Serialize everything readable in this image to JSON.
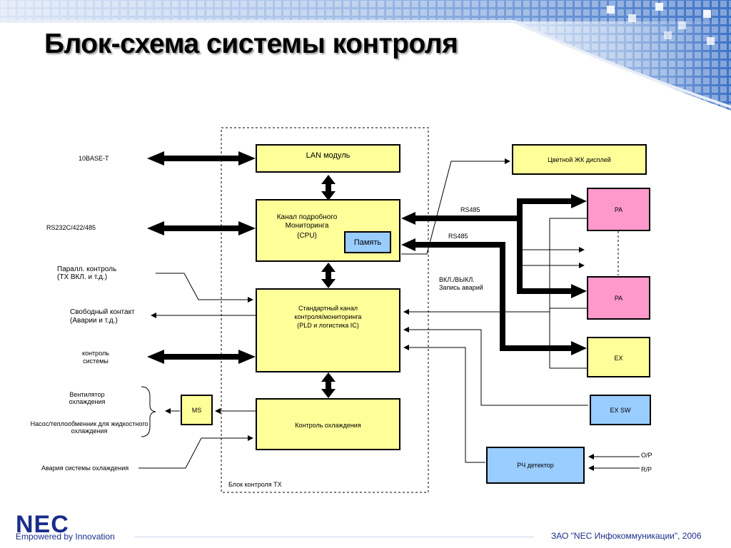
{
  "slide": {
    "title": "Блок-схема системы контроля",
    "footer": "ЗАО \"NEC Инфокоммуникации\", 2006",
    "logo_text": "NEC",
    "logo_tagline": "Empowered by Innovation"
  },
  "diagram": {
    "container_label": "Блок контроля TX",
    "blocks": {
      "lan": "LAN модуль",
      "cpu_line1": "Канал подробного",
      "cpu_line2": "Мониторинга",
      "cpu_line3": "(CPU)",
      "memory": "Память",
      "std_line1": "Стандартный канал",
      "std_line2": "контроля/мониторинга",
      "std_line3": "(PLD и логистика IC)",
      "cooling": "Контроль охлаждения",
      "ms": "MS",
      "lcd": "Цветной ЖК дисплей",
      "pa1": "PA",
      "pa2": "PA",
      "ex": "EX",
      "exsw": "EX SW",
      "rf": "РЧ детектор"
    },
    "left_labels": {
      "base_t": "10BASE-T",
      "rs232": "RS232C/422/485",
      "parallel_line1": "Паралл. контроль",
      "parallel_line2": "(TX ВКЛ. и т.д.)",
      "free_line1": "Свободный контакт",
      "free_line2": "(Аварии и т.д.)",
      "sysctl_line1": "контроль",
      "sysctl_line2": "системы",
      "fan_line1": "Вентилятор",
      "fan_line2": "охлаждения",
      "pump_line1": "Насос/теплообменник для жидкостного",
      "pump_line2": "охлаждения",
      "alarm": "Авария системы охлаждения"
    },
    "right_labels": {
      "rs485_a": "RS485",
      "rs485_b": "RS485",
      "onoff_line1": "ВКЛ./ВЫКЛ.",
      "onoff_line2": "Запись аварий",
      "op": "O/P",
      "rp": "R/P"
    }
  },
  "colors": {
    "yellow_block": "#ffff99",
    "pink_block": "#ff99cc",
    "blue_block": "#99ccff",
    "brand_blue": "#1a2d8a"
  }
}
